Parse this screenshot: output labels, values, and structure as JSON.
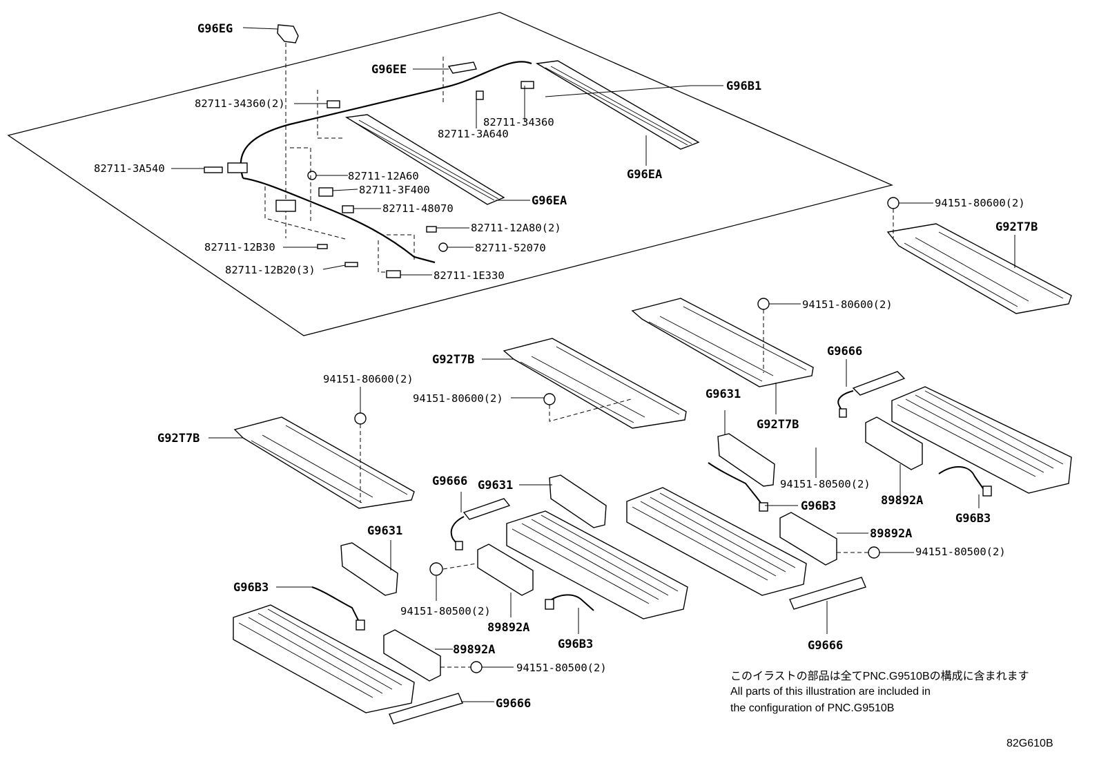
{
  "diagram_id": "82G610B",
  "note": {
    "japanese": "このイラストの部品は全てPNC.G9510Bの構成に含まれます",
    "english_line1": "All parts of this illustration are included in",
    "english_line2": "the configuration of PNC.G9510B"
  },
  "labels": {
    "g96eg": "G96EG",
    "g96ee": "G96EE",
    "g96b1": "G96B1",
    "p82711_34360_2": "82711-34360(2)",
    "p82711_34360": "82711-34360",
    "p82711_3a640": "82711-3A640",
    "p82711_3a540": "82711-3A540",
    "p82711_12a60": "82711-12A60",
    "p82711_3f400": "82711-3F400",
    "p82711_48070": "82711-48070",
    "p82711_12a80_2": "82711-12A80(2)",
    "p82711_52070": "82711-52070",
    "p82711_12b30": "82711-12B30",
    "p82711_12b20_3": "82711-12B20(3)",
    "p82711_1e330": "82711-1E330",
    "g96ea_upper": "G96EA",
    "g96ea_lower": "G96EA",
    "nut_94151_80600_a": "94151-80600(2)",
    "g92t7b_a": "G92T7B",
    "nut_94151_80600_b": "94151-80600(2)",
    "g92t7b_b": "G92T7B",
    "g92t7b_c": "G92T7B",
    "nut_94151_80600_c": "94151-80600(2)",
    "nut_94151_80600_d": "94151-80600(2)",
    "g92t7b_d": "G92T7B",
    "g9666_a": "G9666",
    "g9631_a": "G9631",
    "nut_94151_80500_a": "94151-80500(2)",
    "g96b3_a": "G96B3",
    "p89892a_a": "89892A",
    "g96b3_b": "G96B3",
    "p89892a_b": "89892A",
    "nut_94151_80500_b": "94151-80500(2)",
    "g9666_b": "G9666",
    "g9666_c": "G9666",
    "g9631_b": "G9631",
    "g9631_c": "G9631",
    "nut_94151_80500_c": "94151-80500(2)",
    "p89892a_c": "89892A",
    "g96b3_c": "G96B3",
    "g96b3_d": "G96B3",
    "p89892a_d": "89892A",
    "nut_94151_80500_d": "94151-80500(2)",
    "g9666_d": "G9666"
  }
}
